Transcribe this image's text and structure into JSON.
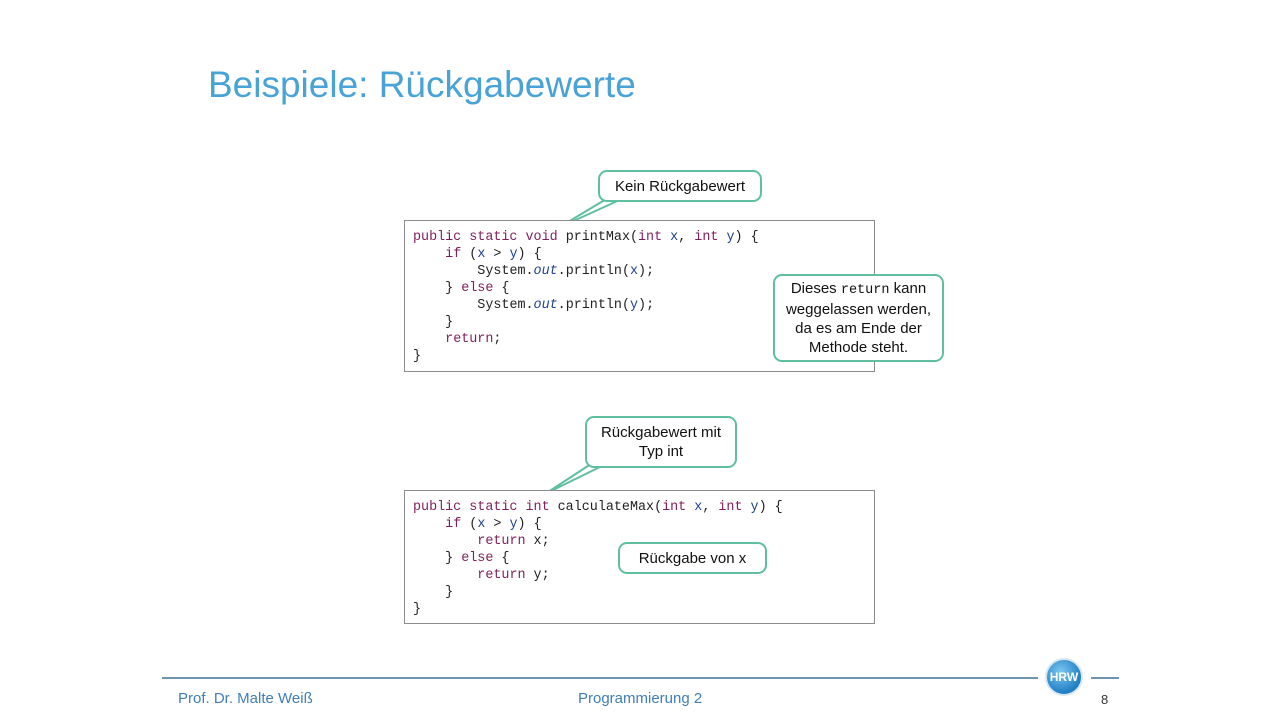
{
  "slide": {
    "title": "Beispiele: Rückgabewerte",
    "page_number": "8"
  },
  "footer": {
    "author": "Prof. Dr. Malte Weiß",
    "course": "Programmierung 2",
    "logo_text": "HRW"
  },
  "example1": {
    "lines": [
      {
        "kw1": "public static void",
        "t1": " printMax(",
        "kw2": "int",
        "t2": " ",
        "v1": "x",
        "t3": ", ",
        "kw3": "int",
        "t4": " ",
        "v2": "y",
        "t5": ") {"
      },
      {
        "indent": "    ",
        "kw": "if",
        "t1": " (",
        "v1": "x",
        "t2": " > ",
        "v2": "y",
        "t3": ") {"
      },
      {
        "indent": "        ",
        "t1": "System.",
        "f": "out",
        "t2": ".println(",
        "v": "x",
        "t3": ");"
      },
      {
        "indent": "    ",
        "t1": "} ",
        "kw": "else",
        "t2": " {"
      },
      {
        "indent": "        ",
        "t1": "System.",
        "f": "out",
        "t2": ".println(",
        "v": "y",
        "t3": ");"
      },
      {
        "indent": "    ",
        "t1": "}"
      },
      {
        "indent": "    ",
        "kw": "return",
        "t1": ";"
      },
      {
        "t1": "}"
      }
    ],
    "callout_top": "Kein Rückgabewert",
    "callout_side": {
      "pre": "Dieses ",
      "code": "return",
      "post": " kann",
      "line2": "weggelassen werden,",
      "line3": "da es am Ende der",
      "line4": "Methode steht."
    }
  },
  "example2": {
    "lines": [
      {
        "kw1": "public static int",
        "t1": " calculateMax(",
        "kw2": "int",
        "t2": " ",
        "v1": "x",
        "t3": ", ",
        "kw3": "int",
        "t4": " ",
        "v2": "y",
        "t5": ") {"
      },
      {
        "indent": "    ",
        "kw": "if",
        "t1": " (",
        "v1": "x",
        "t2": " > ",
        "v2": "y",
        "t3": ") {"
      },
      {
        "indent": "        ",
        "kw": "return",
        "t1": " x;"
      },
      {
        "indent": "    ",
        "t1": "} ",
        "kw": "else",
        "t2": " {"
      },
      {
        "indent": "        ",
        "kw": "return",
        "t1": " y;"
      },
      {
        "indent": "    ",
        "t1": "}"
      },
      {
        "t1": "}"
      }
    ],
    "callout_top_line1": "Rückgabewert mit",
    "callout_top_line2": "Typ int",
    "callout_side": "Rückgabe von x"
  },
  "colors": {
    "title": "#4aa3d6",
    "keyword": "#7f1f5a",
    "variable": "#1f3f8f",
    "callout_border": "#5fbf9f",
    "footer_text": "#3f7fb8"
  }
}
